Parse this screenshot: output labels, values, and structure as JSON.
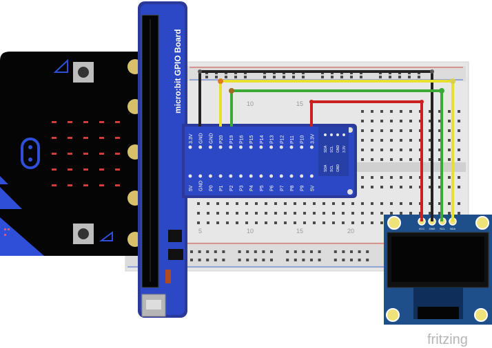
{
  "gpio_board": {
    "title": "micro:bit GPIO Board",
    "top_pins": [
      "3.3V",
      "GND",
      "GND",
      "P20",
      "P19",
      "P16",
      "P15",
      "P14",
      "P13",
      "P12",
      "P11",
      "P10",
      "3.3V"
    ],
    "bottom_pins": [
      "5V",
      "GND",
      "P0",
      "P1",
      "P2",
      "P3",
      "P4",
      "P5",
      "P6",
      "P7",
      "P8",
      "P9",
      "5V"
    ],
    "i2c_pins": [
      "SDA",
      "SCL",
      "GND",
      "3.3V"
    ],
    "i2c_pins_lower": [
      "SDA",
      "SCL",
      "GND"
    ]
  },
  "breadboard": {
    "top_numbers": [
      "10",
      "15"
    ],
    "bottom_numbers": [
      "5",
      "10",
      "15",
      "20"
    ]
  },
  "oled": {
    "pins": [
      "VCC",
      "GND",
      "SCL",
      "SDA"
    ]
  },
  "wires": [
    {
      "name": "gnd-wire",
      "color": "#222222"
    },
    {
      "name": "p20-wire",
      "color": "#e8e030"
    },
    {
      "name": "p19-wire",
      "color": "#3aaa35"
    },
    {
      "name": "3v3-wire",
      "color": "#cc1f1f"
    }
  ],
  "colors": {
    "gpio_blue": "#2b3a9a",
    "gpio_pcb": "#2d48c4",
    "microbit_black": "#050505",
    "microbit_blue": "#2f4fd8",
    "led_red": "#d43b3b",
    "oled_pcb": "#1f4f8a",
    "pad_yellow": "#f0e27a"
  },
  "watermark": "fritzing"
}
